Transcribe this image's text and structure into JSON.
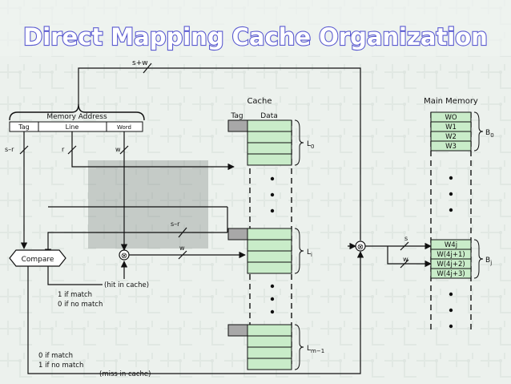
{
  "title": "Direct Mapping Cache Organization",
  "labels": {
    "s_plus_w": "s+w",
    "memory_address": "Memory Address",
    "tag": "Tag",
    "line": "Line",
    "word": "Word",
    "s_minus_r": "s–r",
    "r": "r",
    "w": "w",
    "s_minus_r_2": "s–r",
    "w_2": "w",
    "s": "s",
    "w_3": "w",
    "cache": "Cache",
    "cache_tag": "Tag",
    "cache_data": "Data",
    "main_memory": "Main Memory",
    "compare": "Compare",
    "hit_in_cache": "(hit in cache)",
    "one_if_match": "1 if match",
    "zero_if_no_match": "0 if no match",
    "zero_if_match": "0 if match",
    "one_if_no_match": "1 if no match",
    "miss_in_cache": "(miss in cache)",
    "line_L0": "L",
    "line_L0_sub": "0",
    "line_Li": "L",
    "line_Li_sub": "i",
    "line_Lm": "L",
    "line_Lm_sub": "m−1",
    "block_B0": "B",
    "block_B0_sub": "0",
    "block_Bj": "B",
    "block_Bj_sub": "j",
    "xor": "⊗"
  },
  "memory_words": {
    "block0": [
      "WO",
      "W1",
      "W2",
      "W3"
    ],
    "blockj": [
      "W4j",
      "W(4j+1)",
      "W(4j+2)",
      "W(4j+3)"
    ]
  },
  "colors": {
    "cache_data": "#c9ecc9",
    "cache_tag": "#a8a8a8",
    "memory_word": "#c9ecc9",
    "title_stroke": "#5a5ad0"
  }
}
